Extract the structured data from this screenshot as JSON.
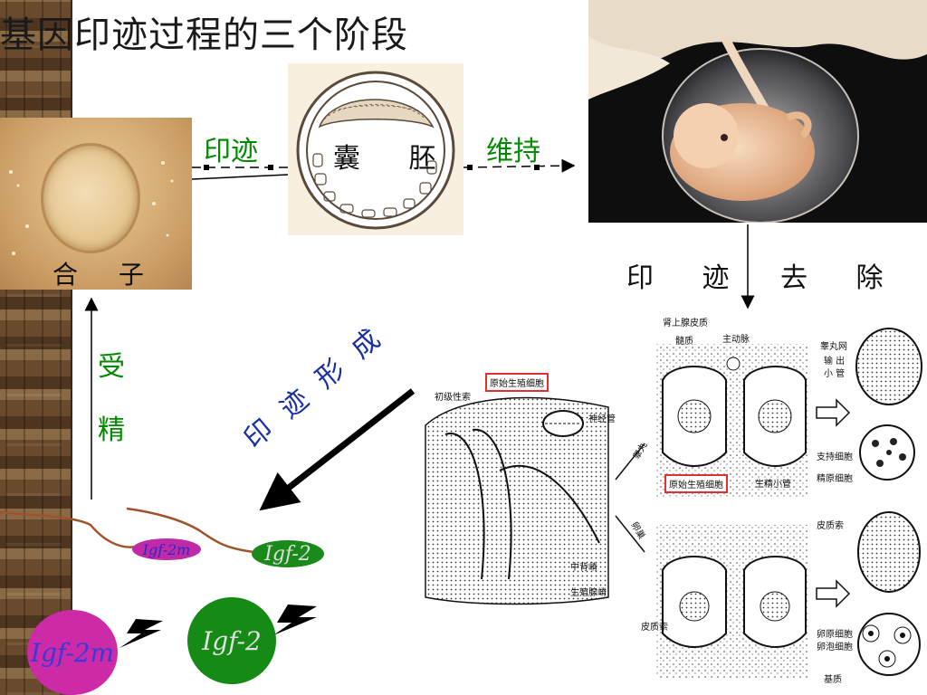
{
  "title": "基因印迹过程的三个阶段",
  "labels": {
    "zygote": "合 子",
    "blastocyst": "囊 胚",
    "imprint": "印迹",
    "maintain": "维持",
    "erase_1": "印 迹",
    "erase_2": "去 除",
    "fertilize_1": "受",
    "fertilize_2": "精",
    "imprint_formation": "印 迹 形 成"
  },
  "genes": {
    "igf2m_small": "Igf-2m",
    "igf2_small": "Igf-2",
    "igf2m_big": "Igf-2m",
    "igf2_big": "Igf-2"
  },
  "histology": {
    "labels": {
      "primary_sex_cord": "初级性索",
      "primordial_germ_cell_top": "原始生殖细胞",
      "neural_tube": "神经管",
      "mesonephric_ridge": "中背嵴",
      "genital_ridge": "生殖腺嵴",
      "testis": "睾丸",
      "ovary": "卵巢",
      "adrenal_cortex": "肾上腺皮质",
      "medulla": "髓质",
      "aorta": "主动脉",
      "primordial_germ_cell_mid": "原始生殖细胞",
      "seminiferous_tubule": "生精小管",
      "rete_testis": "睾丸网",
      "efferent_ductules_1": "输 出",
      "efferent_ductules_2": "小 管",
      "sertoli_cell": "支持细胞",
      "spermatogonium": "精原细胞",
      "cortical_cord_right": "皮质索",
      "cortical_cord_left": "皮质索",
      "oogonium": "卵原细胞",
      "follicle_cell": "卵泡细胞",
      "stroma": "基质"
    }
  },
  "colors": {
    "green_label": "#008a00",
    "blue_label": "#1a2fa0",
    "magenta_gene": "#cc2aa6",
    "green_gene": "#158a15",
    "highlight_box": "#e03030"
  }
}
